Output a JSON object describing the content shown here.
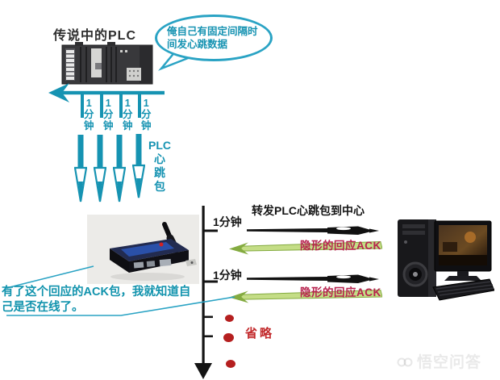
{
  "plc_section": {
    "label": "传说中的PLC",
    "bubble_text": "俺自己有固定间隔时\n间发心跳数据",
    "interval_vertical": "1\n分\n钟",
    "heartbeat_vertical": "PLC\n心\n跳\n包"
  },
  "timeline": {
    "forward_label": "转发PLC心跳包到中心",
    "rows": [
      {
        "interval": "1分钟",
        "ack": "隐形的回应ACK"
      },
      {
        "interval": "1分钟",
        "ack": "隐形的回应ACK"
      }
    ],
    "omitted_label": "省略"
  },
  "callout": {
    "text": "有了这个回应的ACK包，我就知道自\n己是否在线了。"
  },
  "watermark": {
    "text": "悟空问答"
  },
  "colors": {
    "teal": "#1693b2",
    "bubble_border": "#2aa3c4",
    "timeline_black": "#141414",
    "ack_red": "#b7234e",
    "omit_red": "#c2292b",
    "dot_red": "#b51f1f",
    "green_shaft": "#c4dd86",
    "green_head": "#84ab40"
  }
}
